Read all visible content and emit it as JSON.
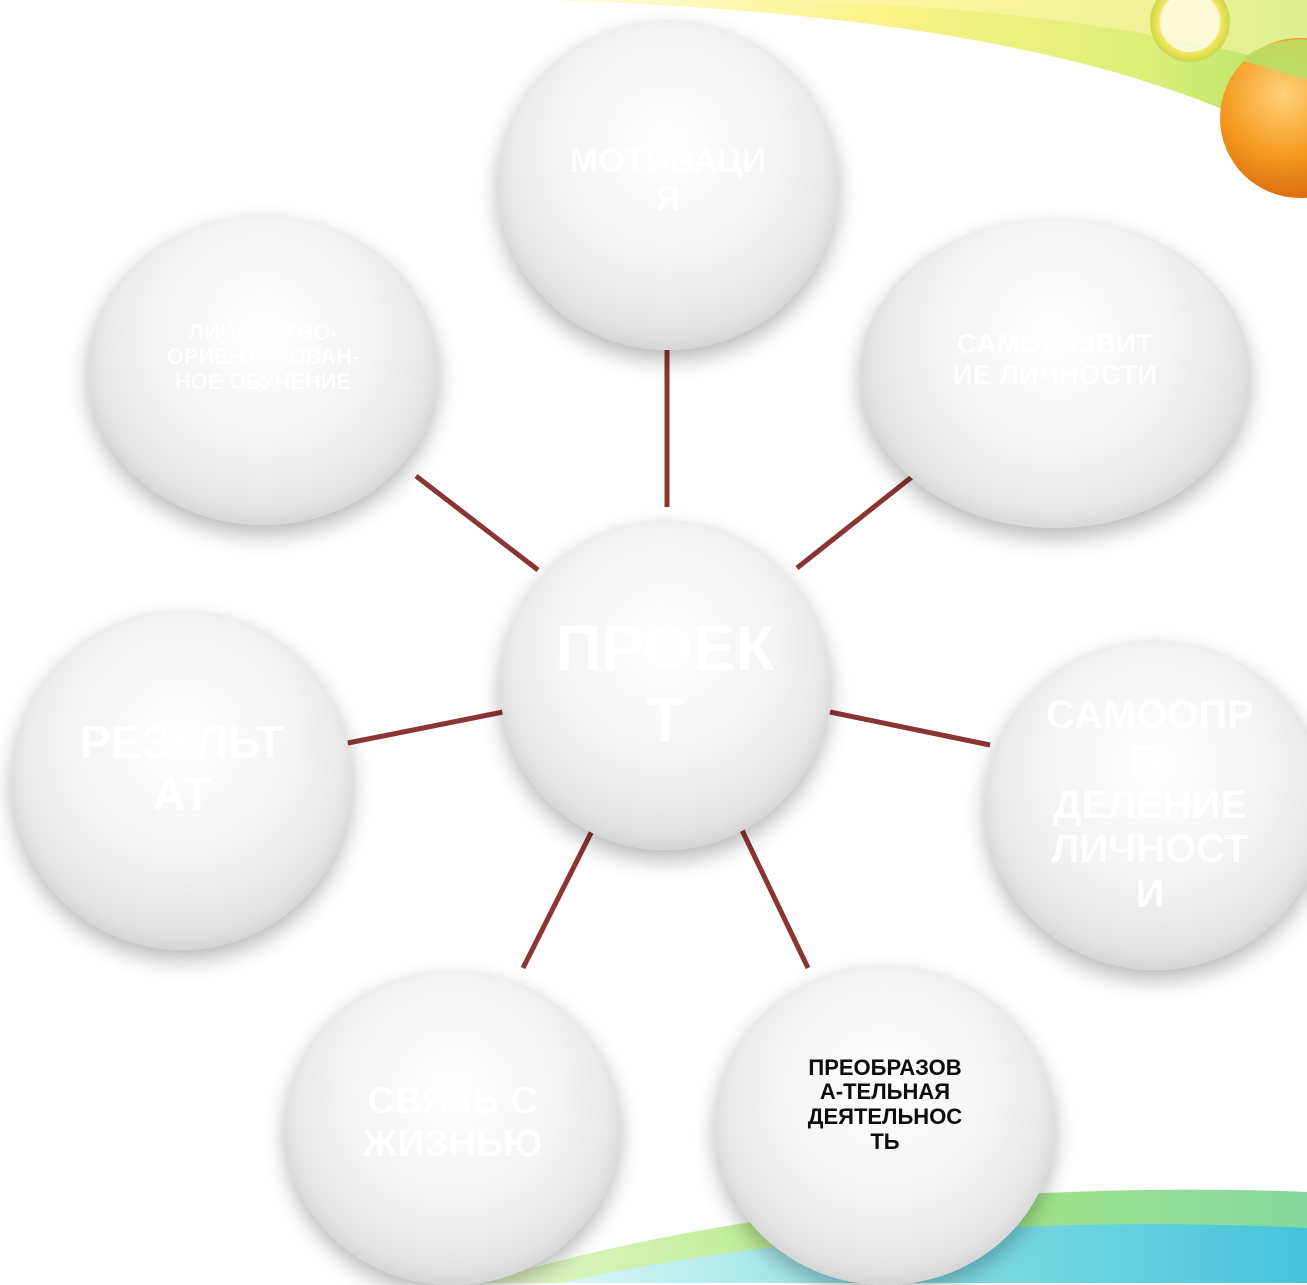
{
  "center": {
    "label": "ПРОЕК\nТ"
  },
  "nodes": [
    {
      "id": "motivation",
      "label": "МОТИВАЦИ\nЯ"
    },
    {
      "id": "self-development",
      "label": "САМОРАЗВИТ\nИЕ ЛИЧНОСТИ"
    },
    {
      "id": "self-determination",
      "label": "САМООПР\nЕ-\nДЕЛЕНИЕ\nЛИЧНОСТ\nИ"
    },
    {
      "id": "transformative-activity",
      "label": "ПРЕОБРАЗОВ\nА-ТЕЛЬНАЯ\nДЕЯТЕЛЬНОС\nТЬ"
    },
    {
      "id": "life-connection",
      "label": "СВЯЗЬ С\nЖИЗНЬЮ"
    },
    {
      "id": "result",
      "label": "РЕЗУЛЬТ\nАТ"
    },
    {
      "id": "personal-learning",
      "label": "ЛИЧНОСТНО-\nОРИЕНТИРОВАН-\nНОЕ ОБУЧЕНИЕ"
    }
  ],
  "colors": {
    "connector": "#8b3434",
    "bubble_text": "#ffffff",
    "dark_text": "#0d0d0d",
    "accent_yellow": "#f7e84a",
    "accent_green": "#8fd14f",
    "accent_orange": "#f28a1e",
    "accent_cyan": "#5fd3e6"
  }
}
